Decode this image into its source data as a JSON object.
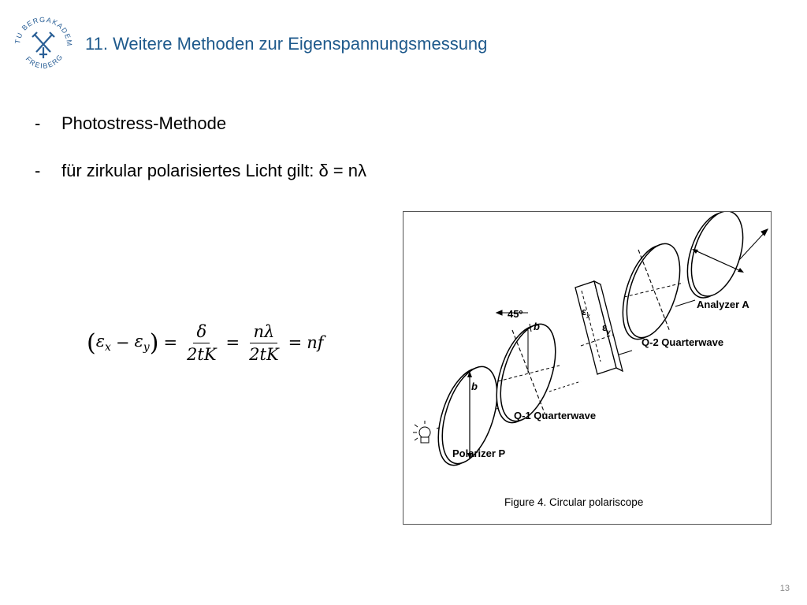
{
  "header": {
    "title": "11. Weitere Methoden zur Eigenspannungsmessung",
    "logo_text": "TU BERGAKADEMIE FREIBERG"
  },
  "bullets": [
    {
      "dash": "-",
      "text": "Photostress-Methode"
    },
    {
      "dash": "-",
      "text": "für zirkular polarisiertes Licht gilt: δ = nλ"
    }
  ],
  "formula": {
    "eps_x": "ε",
    "sub_x": "x",
    "minus": "−",
    "eps_y": "ε",
    "sub_y": "y",
    "eq": "=",
    "f1_num": "δ",
    "f1_den": "2tK",
    "f2_num": "nλ",
    "f2_den": "2tK",
    "rhs": "nf"
  },
  "figure": {
    "labels": {
      "analyzer": "Analyzer A",
      "q2": "Q-2 Quarterwave",
      "q1": "Q-1 Quarterwave",
      "polarizer": "Polarizer P",
      "angle": "45º",
      "b1": "b",
      "b2": "b",
      "ex": "ε",
      "ex_sub": "x",
      "ey": "ε",
      "ey_sub": "y"
    },
    "caption": "Figure 4.  Circular polariscope"
  },
  "page_number": "13",
  "colors": {
    "title": "#1f5a8c",
    "logo": "#2a5f96"
  }
}
